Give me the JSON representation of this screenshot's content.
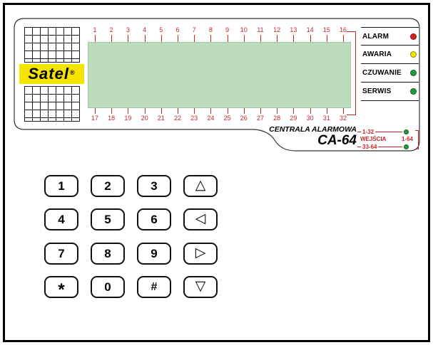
{
  "plate": {
    "brand": "Satel",
    "brand_mark": "®",
    "model_title": "CENTRALA ALARMOWA",
    "model_name": "CA-64",
    "zone_numbers_top": [
      "1",
      "2",
      "3",
      "4",
      "5",
      "6",
      "7",
      "8",
      "9",
      "10",
      "11",
      "12",
      "13",
      "14",
      "15",
      "16"
    ],
    "zone_numbers_bottom": [
      "17",
      "18",
      "19",
      "20",
      "21",
      "22",
      "23",
      "24",
      "25",
      "26",
      "27",
      "28",
      "29",
      "30",
      "31",
      "32"
    ],
    "status_leds": [
      {
        "label": "ALARM",
        "color": "#d42020"
      },
      {
        "label": "AWARIA",
        "color": "#f2e20a"
      },
      {
        "label": "CZUWANIE",
        "color": "#1f9d3a"
      },
      {
        "label": "SERWIS",
        "color": "#1f9d3a"
      }
    ],
    "inputs_indicator": {
      "top_range": "1-32",
      "bottom_range": "33-64",
      "label": "WEJŚCIA",
      "full_range": "1-64",
      "led_color": "#1f9d3a"
    },
    "colors": {
      "accent_red": "#c42727",
      "display_bg": "#bcdcbc",
      "logo_bg": "#f4e400"
    }
  },
  "keypad": {
    "keys": [
      {
        "name": "key-1",
        "glyph": "1",
        "type": "digit"
      },
      {
        "name": "key-2",
        "glyph": "2",
        "type": "digit"
      },
      {
        "name": "key-3",
        "glyph": "3",
        "type": "digit"
      },
      {
        "name": "key-arrow-up",
        "glyph": "△",
        "type": "arrow"
      },
      {
        "name": "key-4",
        "glyph": "4",
        "type": "digit"
      },
      {
        "name": "key-5",
        "glyph": "5",
        "type": "digit"
      },
      {
        "name": "key-6",
        "glyph": "6",
        "type": "digit"
      },
      {
        "name": "key-arrow-left",
        "glyph": "◁",
        "type": "arrow"
      },
      {
        "name": "key-7",
        "glyph": "7",
        "type": "digit"
      },
      {
        "name": "key-8",
        "glyph": "8",
        "type": "digit"
      },
      {
        "name": "key-9",
        "glyph": "9",
        "type": "digit"
      },
      {
        "name": "key-arrow-right",
        "glyph": "▷",
        "type": "arrow"
      },
      {
        "name": "key-star",
        "glyph": "*",
        "type": "star"
      },
      {
        "name": "key-0",
        "glyph": "0",
        "type": "digit"
      },
      {
        "name": "key-hash",
        "glyph": "#",
        "type": "hash"
      },
      {
        "name": "key-arrow-down",
        "glyph": "▽",
        "type": "arrow"
      }
    ]
  }
}
